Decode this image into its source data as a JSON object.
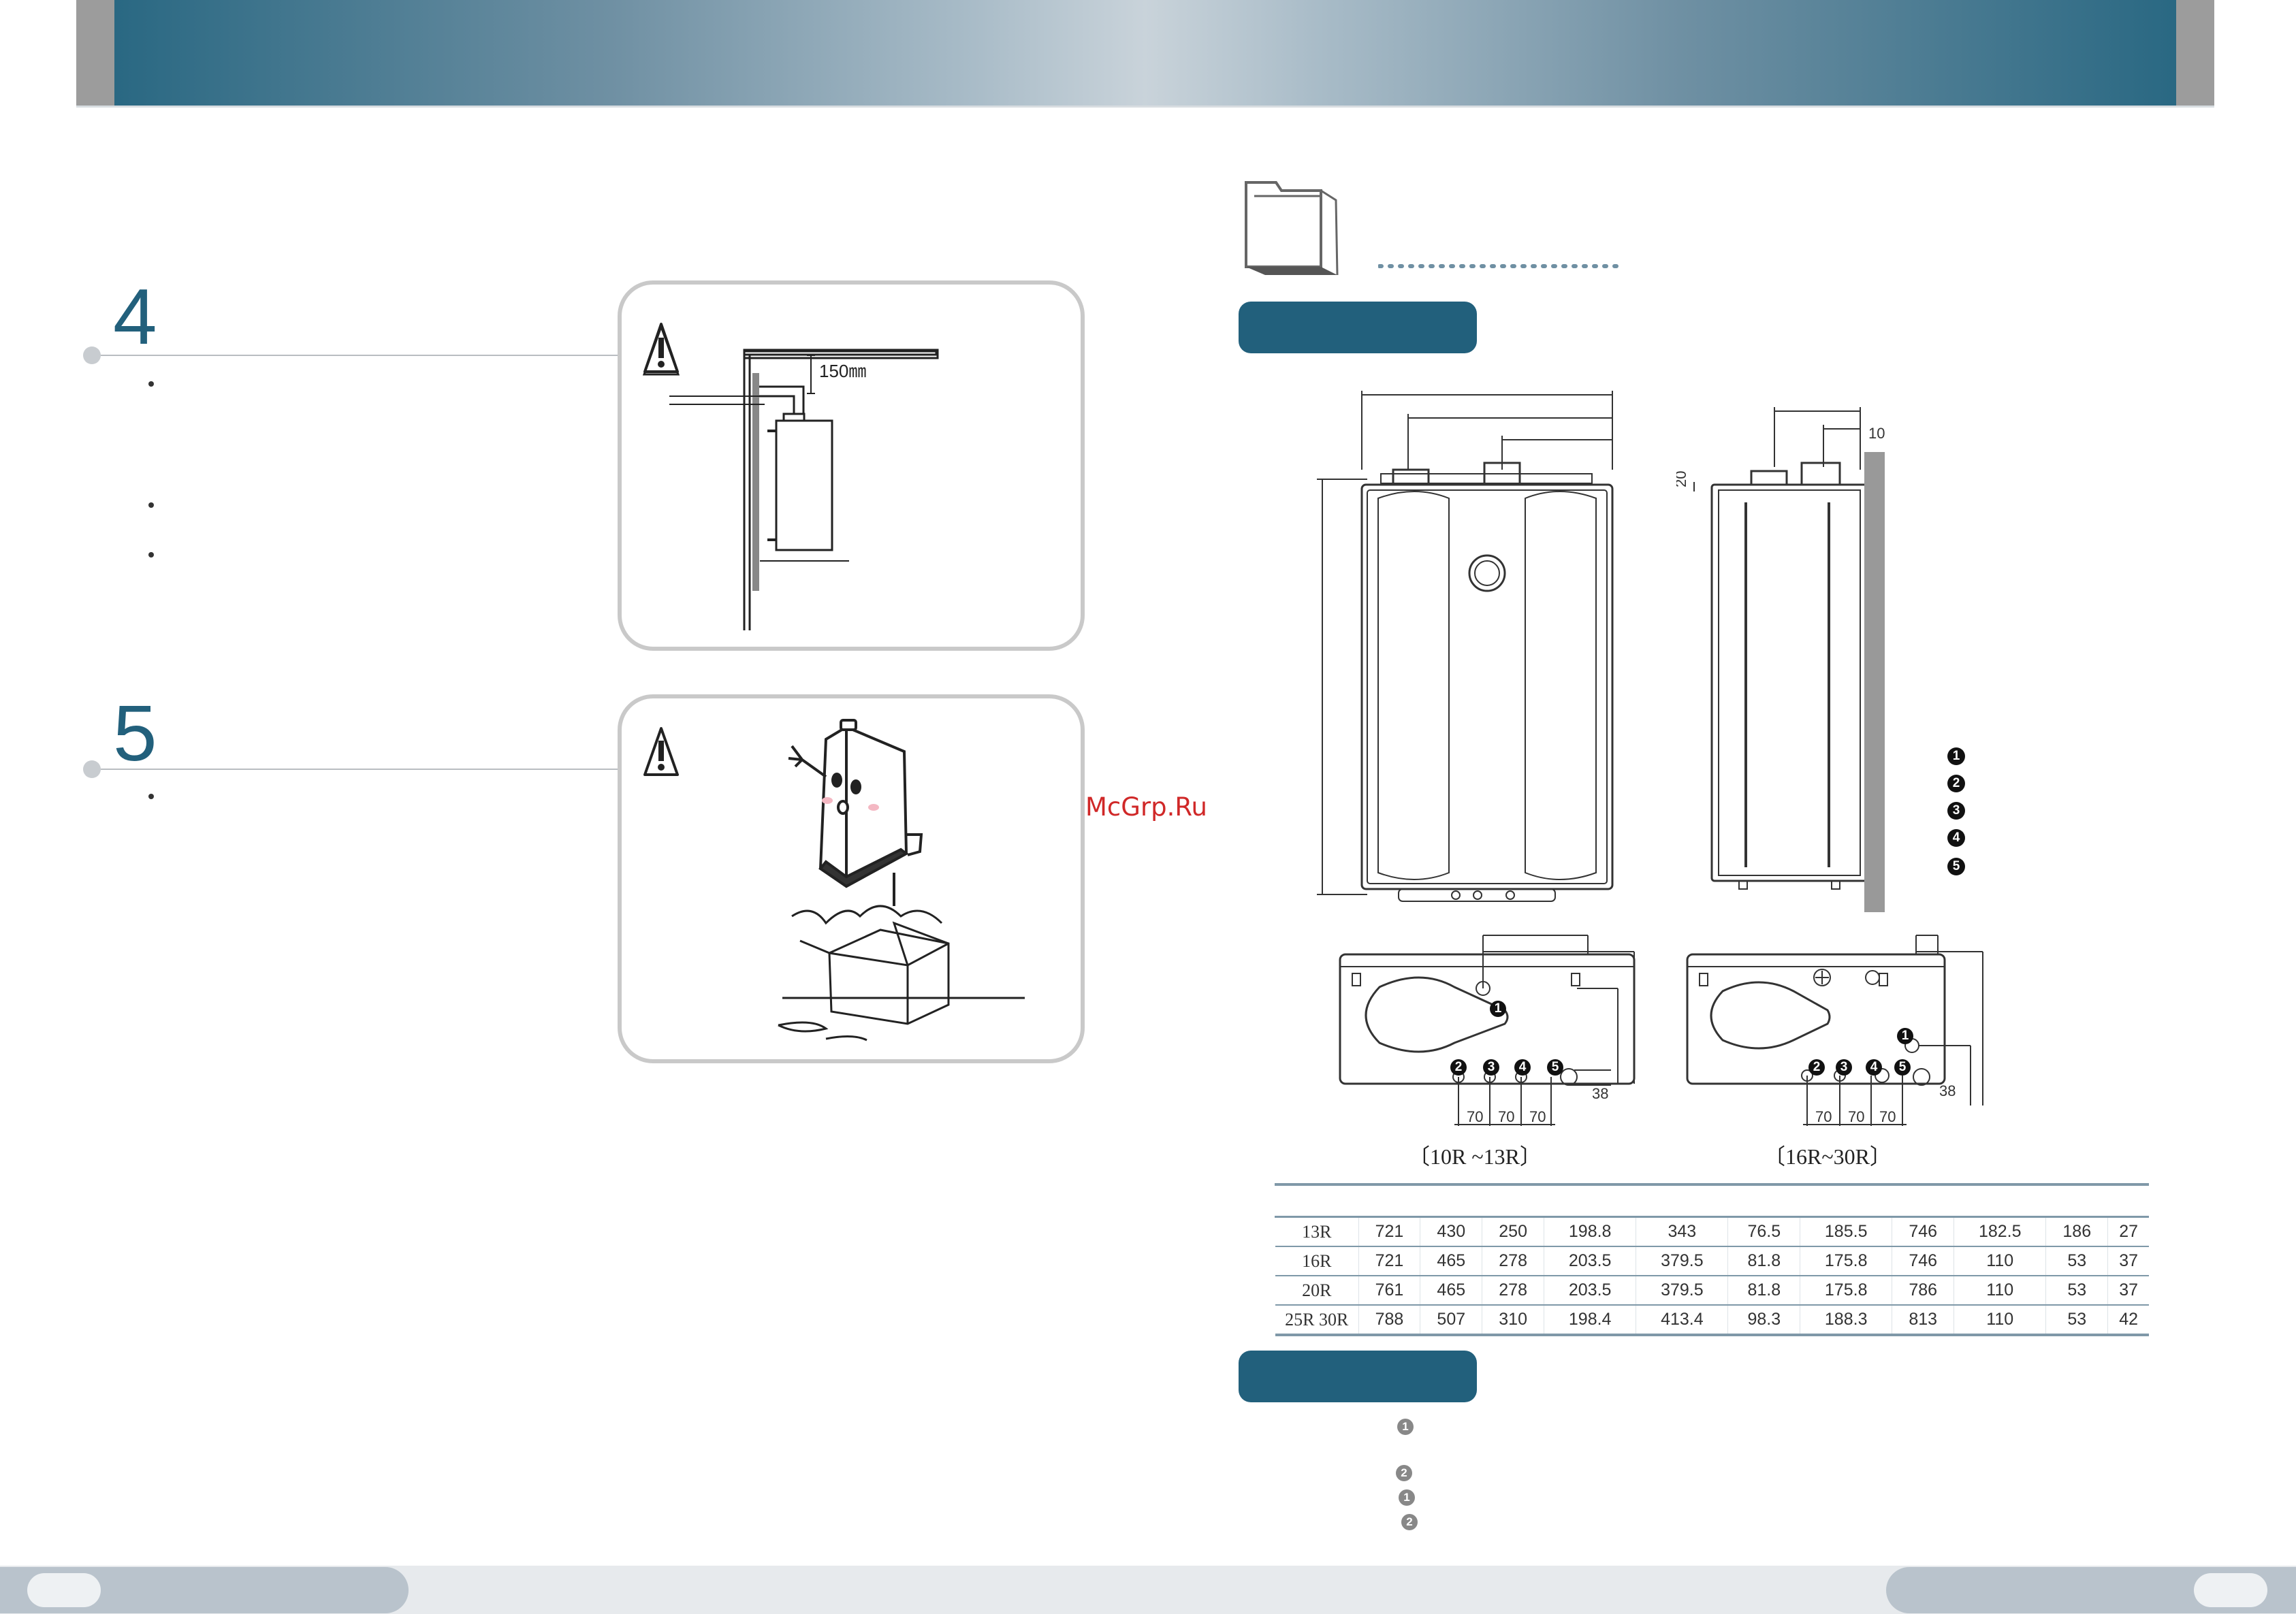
{
  "header": {
    "accent": "#22607c"
  },
  "sections": [
    {
      "number": "4"
    },
    {
      "number": "5"
    }
  ],
  "illustration_1": {
    "clearance_label": "150㎜"
  },
  "watermark": "McGrp.Ru",
  "drawings": {
    "caption_left": "〔10R ~13R〕",
    "caption_right": "〔16R~30R〕",
    "dims_side": [
      "10",
      "20"
    ],
    "spacing_left": [
      "70",
      "70",
      "70",
      "38"
    ],
    "spacing_right": [
      "70",
      "70",
      "70",
      "38"
    ],
    "legend": [
      "1",
      "2",
      "3",
      "4",
      "5"
    ],
    "markers_left": [
      "1",
      "2",
      "3",
      "4",
      "5"
    ],
    "markers_right": [
      "1",
      "2",
      "3",
      "4",
      "5"
    ]
  },
  "table": {
    "rows": [
      {
        "model": "13R",
        "values": [
          "721",
          "430",
          "250",
          "198.8",
          "343",
          "76.5",
          "185.5",
          "746",
          "182.5",
          "186",
          "27"
        ]
      },
      {
        "model": "16R",
        "values": [
          "721",
          "465",
          "278",
          "203.5",
          "379.5",
          "81.8",
          "175.8",
          "746",
          "110",
          "53",
          "37"
        ]
      },
      {
        "model": "20R",
        "values": [
          "761",
          "465",
          "278",
          "203.5",
          "379.5",
          "81.8",
          "175.8",
          "786",
          "110",
          "53",
          "37"
        ]
      },
      {
        "model": "25R 30R",
        "values": [
          "788",
          "507",
          "310",
          "198.4",
          "413.4",
          "98.3",
          "188.3",
          "813",
          "110",
          "53",
          "42"
        ]
      }
    ]
  },
  "notes_markers": [
    "1",
    "2",
    "1",
    "2"
  ]
}
